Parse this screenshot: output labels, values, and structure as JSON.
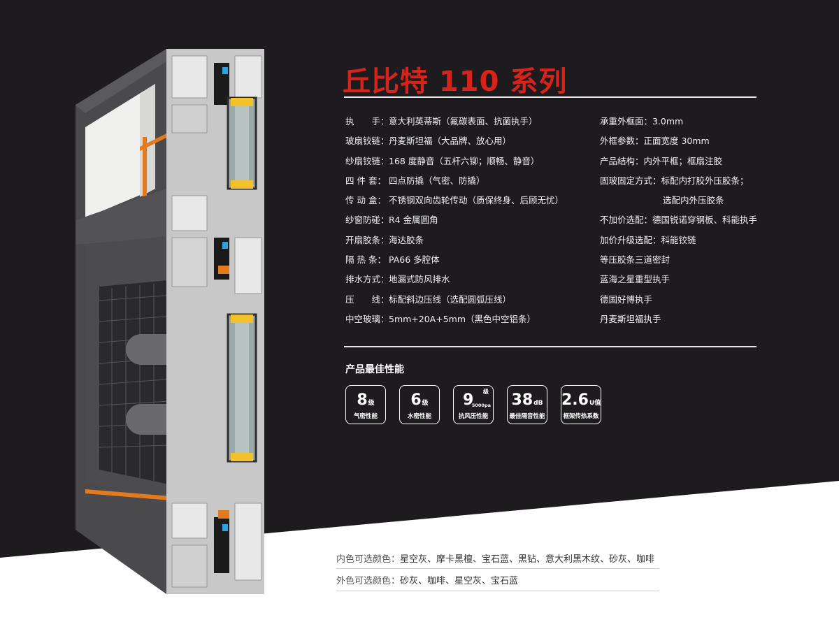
{
  "title": "丘比特 110 系列",
  "specs_left": [
    {
      "k": "执　　手：",
      "v": "意大利英蒂斯（氟碳表面、抗菌执手）"
    },
    {
      "k": "玻扇铰链：",
      "v": "丹麦斯坦福（大品牌、放心用）"
    },
    {
      "k": "纱扇铰链：",
      "v": "168 度静音（五杆六铆；顺畅、静音）"
    },
    {
      "k": "四 件 套：",
      "v": "四点防撬（气密、防撬）"
    },
    {
      "k": "传 动 盒：",
      "v": "不锈钢双向齿轮传动（质保终身、后顾无忧）"
    },
    {
      "k": "纱窗防碰：",
      "v": "R4 金属圆角"
    },
    {
      "k": "开扇胶条：",
      "v": "海达胶条"
    },
    {
      "k": "隔 热 条：",
      "v": "PA66 多腔体"
    },
    {
      "k": "排水方式：",
      "v": "地漏式防风排水"
    },
    {
      "k": "压　　线：",
      "v": "标配斜边压线（选配圆弧压线）"
    },
    {
      "k": "中空玻璃：",
      "v": "5mm+20A+5mm（黑色中空铝条）"
    }
  ],
  "specs_right": [
    "承重外框面：3.0mm",
    "外框参数：正面宽度 30mm",
    "产品结构：内外平框；框扇注胶",
    "固玻固定方式：标配内打胶外压胶条；",
    "选配内外压胶条",
    "不加价选配：德国锐诺穿钢板、科能执手",
    "加价升级选配：科能铰链",
    "等压胶条三道密封",
    "蓝海之星重型执手",
    "德国好博执手",
    "丹麦斯坦福执手"
  ],
  "perf_title": "产品最佳性能",
  "badges": [
    {
      "num": "8",
      "unit": "级",
      "cap": "气密性能"
    },
    {
      "num": "6",
      "unit": "级",
      "cap": "水密性能"
    },
    {
      "num": "9",
      "sup": "级",
      "sub": "5000pa",
      "cap": "抗风压性能"
    },
    {
      "num": "38",
      "unit": "dB",
      "cap": "最佳隔音性能"
    },
    {
      "num": "2.6",
      "unit": "U值",
      "cap": "框架传热系数"
    }
  ],
  "colors_inner": {
    "k": "内色可选颜色：",
    "v": "星空灰、摩卡黑檀、宝石蓝、黑钻、意大利黑木纹、砂灰、咖啡"
  },
  "colors_outer": {
    "k": "外色可选颜色：",
    "v": "砂灰、咖啡、星空灰、宝石蓝"
  }
}
